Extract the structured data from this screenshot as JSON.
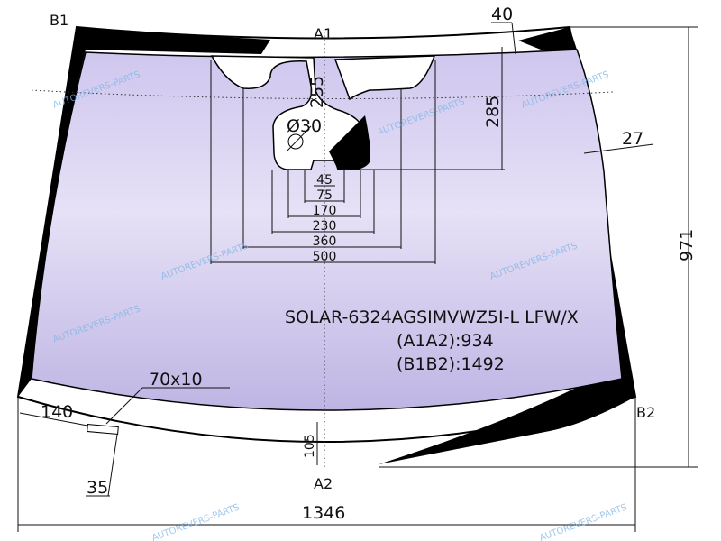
{
  "points": {
    "b1": "B1",
    "b2": "B2",
    "a1": "A1",
    "a2": "A2"
  },
  "dimensions": {
    "top_band": "40",
    "side_band": "27",
    "height": "971",
    "width": "1346",
    "bottom_band": "105",
    "sensor_area_height": "255",
    "mirror_area_height": "285",
    "diameter": "Ø30",
    "w45": "45",
    "w75": "75",
    "w170": "170",
    "w230": "230",
    "w360": "360",
    "w500": "500",
    "label_box": "70x10",
    "label_offset_x": "140",
    "label_offset_y": "35"
  },
  "product": {
    "code": "SOLAR-6324AGSIMVWZ5I-L LFW/X",
    "a1a2": "(A1A2):934",
    "b1b2": "(B1B2):1492"
  },
  "watermark": "AUTOREVERS-PARTS",
  "colors": {
    "glass_top": "#d9d2f0",
    "glass_mid": "#c6bde8",
    "frit": "#000000",
    "watermark": "#7fb6e6"
  }
}
